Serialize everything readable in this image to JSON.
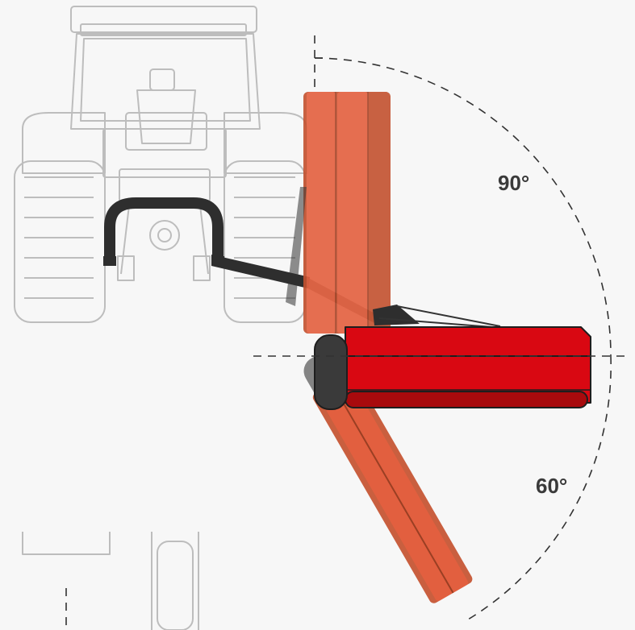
{
  "angles": {
    "upper": "90°",
    "lower": "60°"
  },
  "colors": {
    "background": "#f7f7f7",
    "tractor_outline": "#bdbdbd",
    "hitch": "#2e2e2e",
    "mulcher_main_red": "#d90812",
    "mulcher_main_dark": "#a80a0d",
    "mulcher_ghost_orange": "#e4603f",
    "mulcher_ghost_dark": "#c4512f",
    "roller_grey": "#777777",
    "dash_line": "#333333"
  },
  "components": [
    "tractor-rear-view-icon",
    "rear-hitch-frame",
    "side-arm",
    "mulcher-working-position",
    "mulcher-vertical-90",
    "mulcher-angled-60",
    "angle-arc"
  ]
}
